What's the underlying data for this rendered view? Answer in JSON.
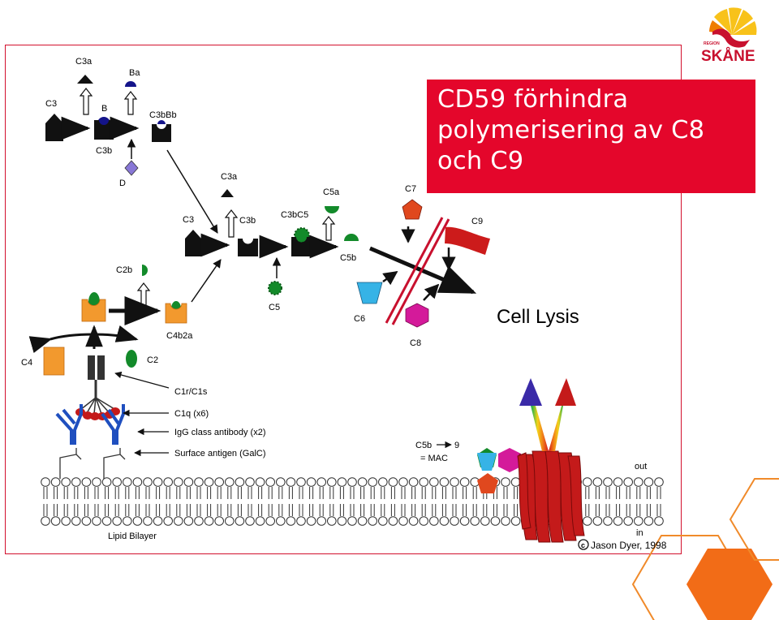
{
  "callout": {
    "lines": [
      "CD59 förhindra",
      "polymerisering av C8",
      "och C9"
    ]
  },
  "logo": {
    "small_text": "REGION",
    "name": "SKÅNE"
  },
  "diagram": {
    "labels": {
      "c3a_top": "C3a",
      "ba": "Ba",
      "c3_top": "C3",
      "b": "B",
      "c3bbb": "C3bBb",
      "c3b_top": "C3b",
      "d": "D",
      "c3a_mid": "C3a",
      "c3_mid": "C3",
      "c3b_mid": "C3b",
      "c3bc5": "C3bC5",
      "c5a": "C5a",
      "c5b": "C5b",
      "c5": "C5",
      "c7": "C7",
      "c9": "C9",
      "c6": "C6",
      "c8": "C8",
      "cell_lysis": "Cell Lysis",
      "c2b": "C2b",
      "c4b2a": "C4b2a",
      "c4": "C4",
      "c2": "C2",
      "c1r_c1s": "C1r/C1s",
      "c1q": "C1q (x6)",
      "igg": "IgG class antibody (x2)",
      "surface_antigen": "Surface antigen (GalC)",
      "mac_line1": "C5b",
      "mac_nine": "9",
      "mac_line2": "= MAC",
      "out": "out",
      "in": "in",
      "lipid_bilayer": "Lipid Bilayer",
      "copyright_c": "c",
      "credit": "Jason Dyer, 1998"
    }
  },
  "colors": {
    "accent_red": "#e4062b",
    "frame_red": "#d2102d",
    "logo_yellow": "#f8c21a",
    "logo_orange": "#ef7d00",
    "logo_red": "#c8102e",
    "hex_orange": "#f26c17",
    "c4_orange": "#f2992e",
    "green": "#138a2a",
    "navy": "#14148a",
    "blue": "#1f4fbf",
    "purple": "#8877d6",
    "cyan": "#36b3e6",
    "magenta": "#d41a9a",
    "mac_red": "#c41a1a"
  }
}
